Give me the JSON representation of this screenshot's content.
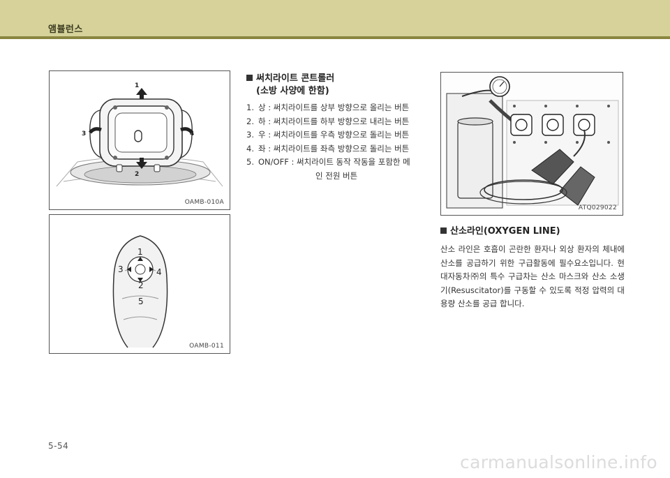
{
  "header": {
    "title": "앰뷸런스"
  },
  "figure1": {
    "code": "OAMB-010A",
    "labels": [
      "1",
      "2",
      "3",
      "4"
    ]
  },
  "figure2": {
    "code": "OAMB-011",
    "labels": [
      "1",
      "2",
      "3",
      "4",
      "5"
    ]
  },
  "figure3": {
    "code": "ATQ029022"
  },
  "searchlight": {
    "heading": "써치라이트 콘트롤러",
    "subheading": "(소방 사양에 한함)",
    "items": [
      {
        "num": "1.",
        "text": "상 : 써치라이트를 상부 방향으로 올리는 버튼"
      },
      {
        "num": "2.",
        "text": "하 : 써치라이트를 하부 방향으로 내리는 버튼"
      },
      {
        "num": "3.",
        "text": "우 : 써치라이트를 우측 방향으로 돌리는 버튼"
      },
      {
        "num": "4.",
        "text": "좌 : 써치라이트를 좌측 방향으로 돌리는 버튼"
      },
      {
        "num": "5.",
        "text": "ON/OFF : 써치라이트 동작 작동을 포함한 메",
        "continuation": "인 전원 버튼"
      }
    ]
  },
  "oxygen": {
    "heading": "산소라인(OXYGEN LINE)",
    "body": "산소 라인은 호흡이 곤란한 환자나 외상 환자의 체내에 산소를 공급하기 위한 구급활동에 필수요소입니다. 현대자동차㈜의 특수 구급차는 산소 마스크와 산소 소생기(Resuscitator)를 구동할 수 있도록 적정 압력의 대용량 산소를  공급 합니다."
  },
  "footer": {
    "page": "5-54",
    "watermark": "carmanualsonline.info"
  }
}
